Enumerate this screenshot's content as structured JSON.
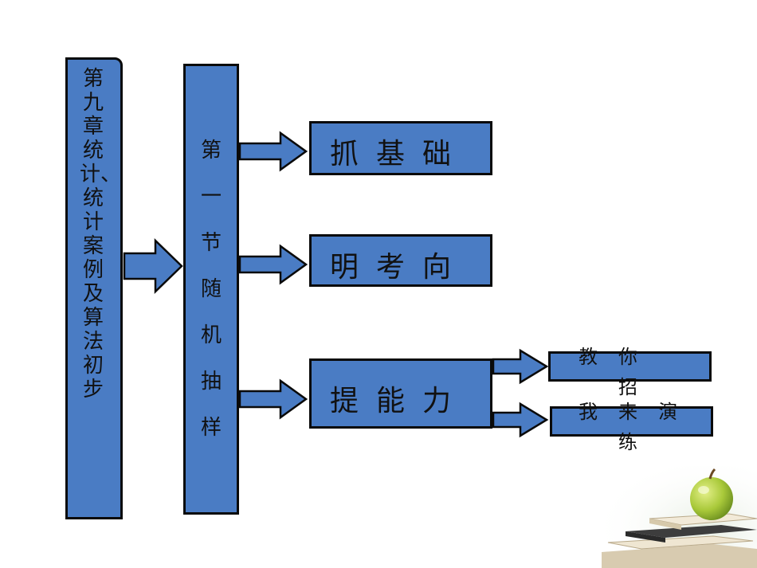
{
  "chapter": "第九章统计、统计案例及算法初步",
  "section": "第一节随机抽样",
  "menu": {
    "item1": "抓基础",
    "item2": "明考向",
    "item3": "提能力"
  },
  "sub": {
    "item1_line1": "教你",
    "item1_line2": "招",
    "item2_line1": "我来演",
    "item2_line2": "练"
  },
  "colors": {
    "box_fill": "#4a7cc4",
    "border": "#0a0a0a"
  }
}
